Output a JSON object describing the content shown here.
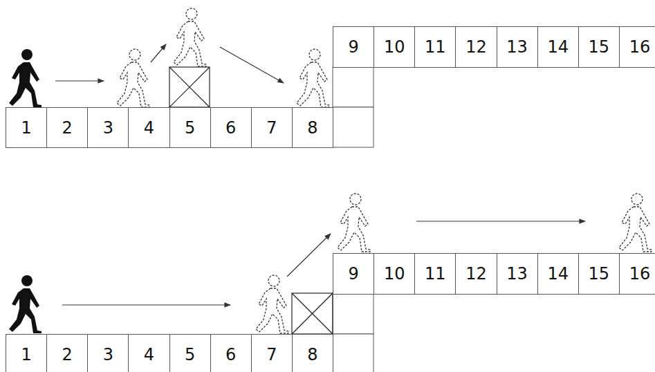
{
  "diagram": {
    "nodes": [
      {
        "text": [
          "1"
        ]
      },
      {
        "text": [
          "2"
        ]
      },
      {
        "text": [
          "3"
        ]
      },
      {
        "text": [
          "4"
        ]
      },
      {
        "text": [
          "5"
        ]
      },
      {
        "text": [
          "6"
        ]
      },
      {
        "text": [
          "7"
        ]
      },
      {
        "text": [
          "8"
        ]
      },
      {
        "text": [
          "9"
        ]
      },
      {
        "text": [
          "10"
        ]
      },
      {
        "text": [
          "11"
        ]
      },
      {
        "text": [
          "12"
        ]
      },
      {
        "text": [
          "13"
        ]
      },
      {
        "text": [
          "14"
        ]
      },
      {
        "text": [
          "15"
        ]
      },
      {
        "text": [
          "16"
        ]
      },
      {
        "text": [
          "1"
        ]
      },
      {
        "text": [
          "2"
        ]
      },
      {
        "text": [
          "3"
        ]
      },
      {
        "text": [
          "4"
        ]
      },
      {
        "text": [
          "5"
        ]
      },
      {
        "text": [
          "6"
        ]
      },
      {
        "text": [
          "7"
        ]
      },
      {
        "text": [
          "8"
        ]
      },
      {
        "text": [
          "9"
        ]
      },
      {
        "text": [
          "10"
        ]
      },
      {
        "text": [
          "11"
        ]
      },
      {
        "text": [
          "12"
        ]
      },
      {
        "text": [
          "13"
        ]
      },
      {
        "text": [
          "14"
        ]
      },
      {
        "text": [
          "15"
        ]
      },
      {
        "text": [
          "16"
        ]
      }
    ]
  }
}
